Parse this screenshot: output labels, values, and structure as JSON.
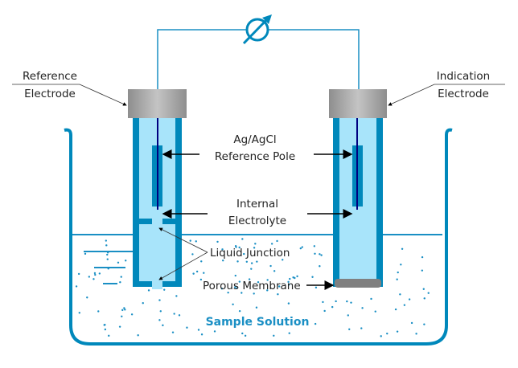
{
  "labels": {
    "reference_electrode": [
      "Reference",
      "Electrode"
    ],
    "indication_electrode": [
      "Indication",
      "Electrode"
    ],
    "reference_pole": [
      "Ag/AgCl",
      "Reference Pole"
    ],
    "internal_electrolyte": [
      "Internal",
      "Electrolyte"
    ],
    "liquid_junction": "Liquid Junction",
    "porous_membrane": "Porous Membrane",
    "sample_solution": "Sample Solution"
  },
  "icons": {
    "meter": "voltmeter-icon"
  },
  "colors": {
    "tube_wall": "#0088bb",
    "electrolyte": "#a8e4fa",
    "cap": "#a8a8a8",
    "wire": "#000080",
    "solution_dots": "#1a8fc4"
  }
}
